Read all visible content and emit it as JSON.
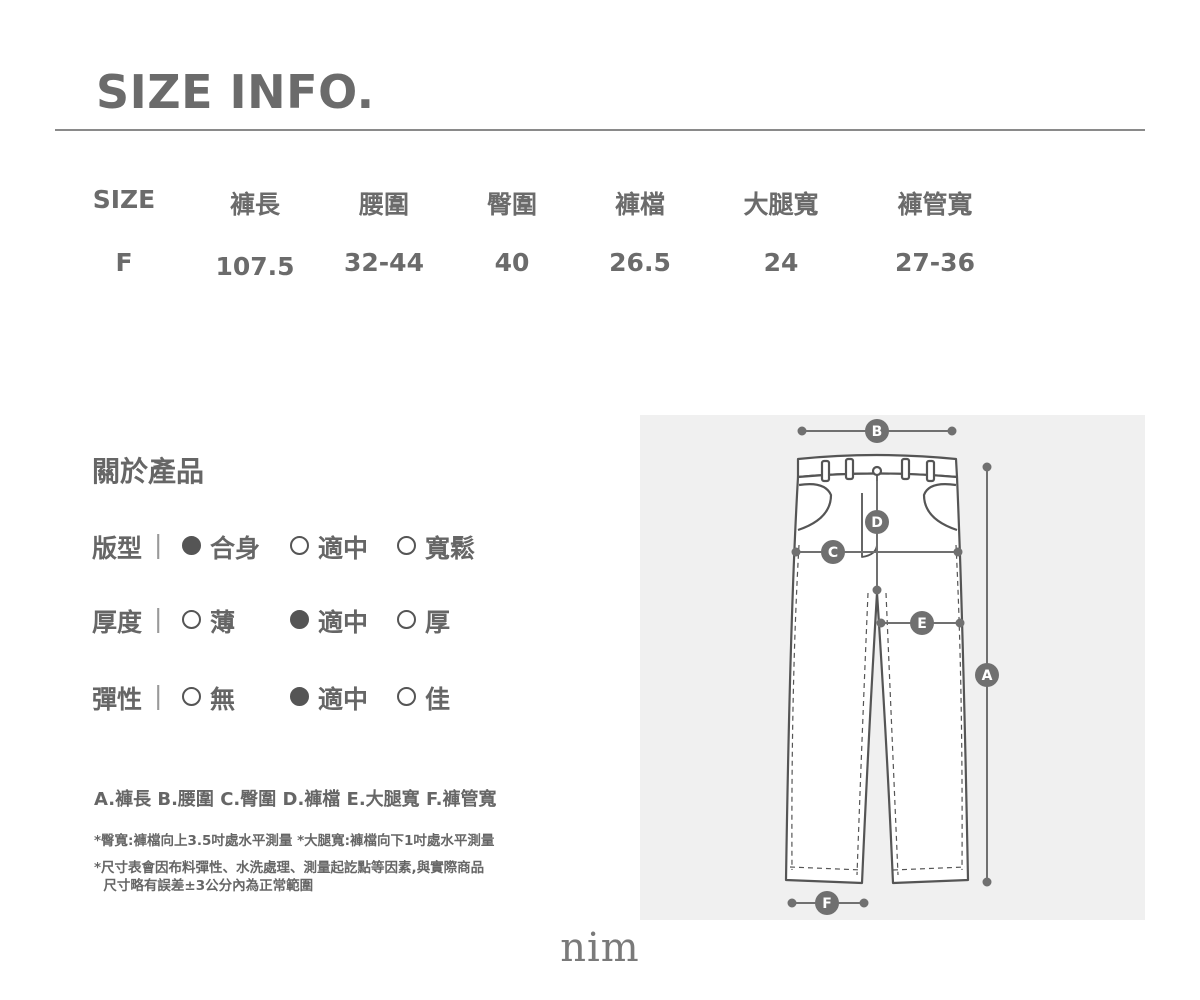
{
  "title": "SIZE INFO.",
  "size_table": {
    "headers": [
      "SIZE",
      "褲長",
      "腰圍",
      "臀圍",
      "褲檔",
      "大腿寬",
      "褲管寬"
    ],
    "rows": [
      [
        "F",
        "107.5",
        "32-44",
        "40",
        "26.5",
        "24",
        "27-36"
      ]
    ]
  },
  "product": {
    "title": "關於產品",
    "separator": "|",
    "attributes": [
      {
        "label": "版型",
        "options": [
          {
            "text": "合身",
            "selected": true
          },
          {
            "text": "適中",
            "selected": false
          },
          {
            "text": "寬鬆",
            "selected": false
          }
        ]
      },
      {
        "label": "厚度",
        "options": [
          {
            "text": "薄",
            "selected": false
          },
          {
            "text": "適中",
            "selected": true
          },
          {
            "text": "厚",
            "selected": false
          }
        ]
      },
      {
        "label": "彈性",
        "options": [
          {
            "text": "無",
            "selected": false
          },
          {
            "text": "適中",
            "selected": true
          },
          {
            "text": "佳",
            "selected": false
          }
        ]
      }
    ]
  },
  "legend": "A.褲長  B.腰圍  C.臀圍  D.褲檔  E.大腿寬  F.褲管寬",
  "notes": [
    "*臀寬:褲檔向上3.5吋處水平測量    *大腿寬:褲檔向下1吋處水平測量",
    "*尺寸表會因布料彈性、水洗處理、測量起訖點等因素,與實際商品",
    "  尺寸略有誤差±3公分內為正常範圍"
  ],
  "diagram": {
    "markers": {
      "a": "A",
      "b": "B",
      "c": "C",
      "d": "D",
      "e": "E",
      "f": "F"
    },
    "colors": {
      "line": "#555555",
      "marker": "#707070",
      "background": "#f0f0f0"
    }
  },
  "brand": "nim"
}
